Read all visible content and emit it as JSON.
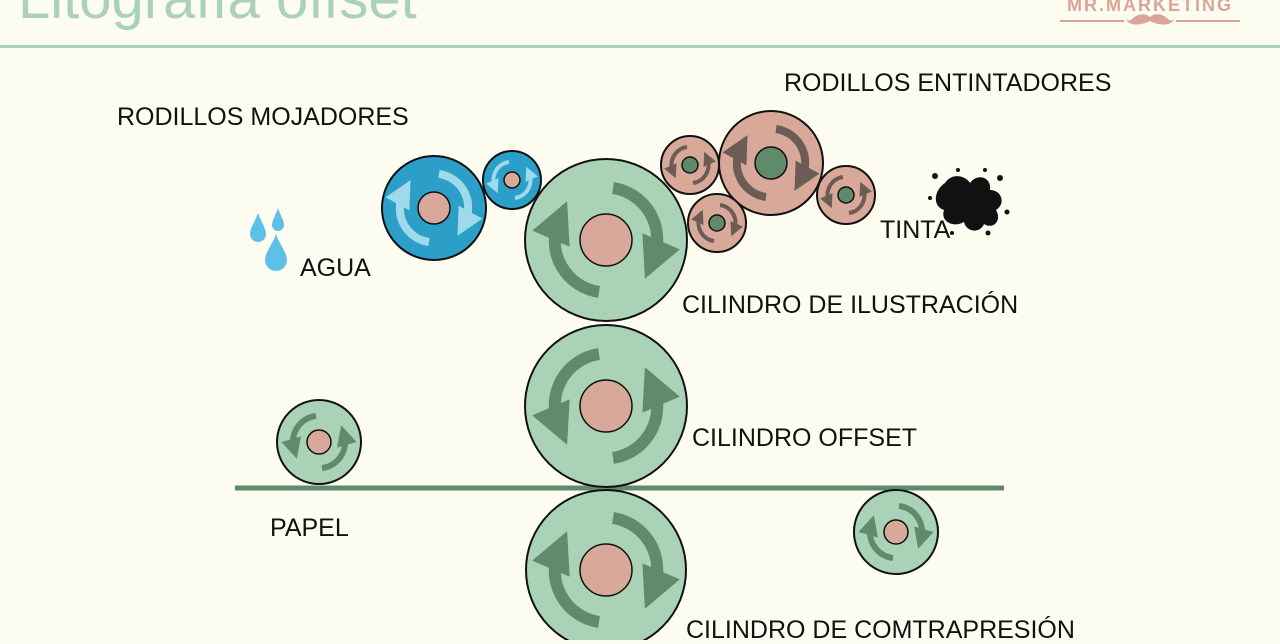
{
  "header": {
    "title": "Litografía offset",
    "brand": "MR.MARKETING"
  },
  "labels": {
    "rodillos_mojadores": "RODILLOS MOJADORES",
    "rodillos_entintadores": "RODILLOS ENTINTADORES",
    "agua": "AGUA",
    "tinta": "TINTA",
    "cilindro_ilustracion": "CILINDRO DE ILUSTRACIÓN",
    "cilindro_offset": "CILINDRO OFFSET",
    "papel": "PAPEL",
    "cilindro_contrapresion": "CILINDRO DE COMTRAPRESIÓN"
  },
  "colors": {
    "background": "#fdfcf1",
    "title": "#a9d2b6",
    "brand": "#d9a596",
    "cylinder": "#a9d2b6",
    "cylinder_hub": "#d8a898",
    "arrow_green": "#5f8b6a",
    "water_roller": "#2b9fc8",
    "water_arrow": "#9fd9ec",
    "ink_roller": "#d8a898",
    "ink_hub": "#5f8b6a",
    "ink_arrow": "#6b5c55",
    "paper_line": "#5f8b6a",
    "water_drop": "#5ec0e6",
    "ink_splat": "#111111"
  },
  "icons": [
    "water-drops-icon",
    "ink-splat-icon",
    "mustache-icon"
  ]
}
